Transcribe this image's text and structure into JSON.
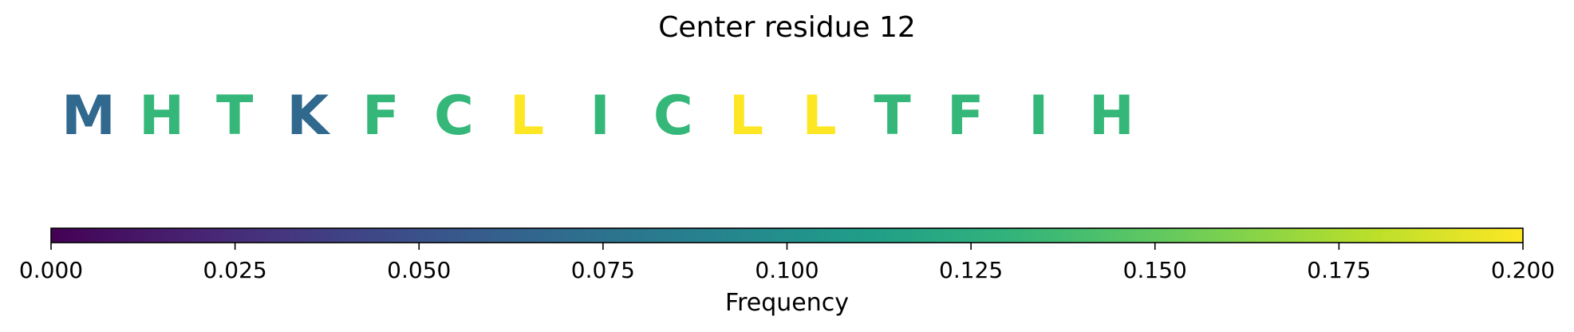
{
  "chart_data": {
    "type": "sequence_heatmap",
    "title": "Center residue 12",
    "residues": [
      {
        "letter": "M",
        "value": 0.067
      },
      {
        "letter": "H",
        "value": 0.133
      },
      {
        "letter": "T",
        "value": 0.133
      },
      {
        "letter": "K",
        "value": 0.067
      },
      {
        "letter": "F",
        "value": 0.133
      },
      {
        "letter": "C",
        "value": 0.133
      },
      {
        "letter": "L",
        "value": 0.2
      },
      {
        "letter": "I",
        "value": 0.133
      },
      {
        "letter": "C",
        "value": 0.133
      },
      {
        "letter": "L",
        "value": 0.2
      },
      {
        "letter": "L",
        "value": 0.2
      },
      {
        "letter": "T",
        "value": 0.133
      },
      {
        "letter": "F",
        "value": 0.133
      },
      {
        "letter": "I",
        "value": 0.133
      },
      {
        "letter": "H",
        "value": 0.133
      }
    ],
    "colorbar": {
      "colormap": "viridis",
      "vmin": 0.0,
      "vmax": 0.2,
      "ticks": [
        "0.000",
        "0.025",
        "0.050",
        "0.075",
        "0.100",
        "0.125",
        "0.150",
        "0.175",
        "0.200"
      ],
      "label": "Frequency"
    }
  }
}
